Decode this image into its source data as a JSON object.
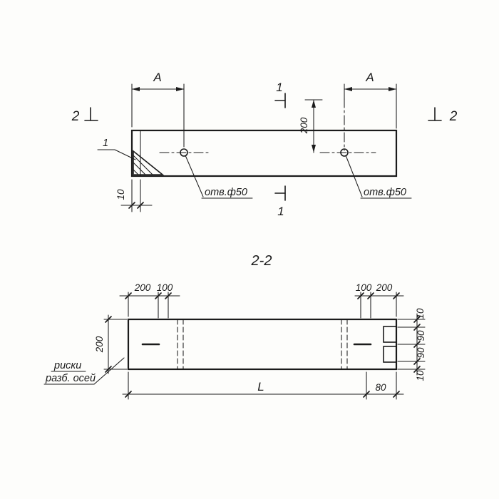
{
  "colors": {
    "ink": "#1b1b1b",
    "paper": "#fdfdfb"
  },
  "top_view": {
    "dim_a_left": "A",
    "dim_a_right": "A",
    "section1_top": "1",
    "section1_bottom": "1",
    "section2_left": "2",
    "section2_right": "2",
    "dim_200": "200",
    "dim_10": "10",
    "hole_left_label": "отв.ф50",
    "hole_right_label": "отв.ф50",
    "detail_callout": "1"
  },
  "section_view": {
    "title": "2-2",
    "dim_left_200": "200",
    "top_left_dims": [
      "200",
      "100"
    ],
    "top_right_dims": [
      "100",
      "200"
    ],
    "right_dims": [
      "10",
      "90",
      "90",
      "10"
    ],
    "dim_length": "L",
    "dim_80": "80",
    "axes_note_line1": "риски",
    "axes_note_line2": "разб. осей"
  }
}
